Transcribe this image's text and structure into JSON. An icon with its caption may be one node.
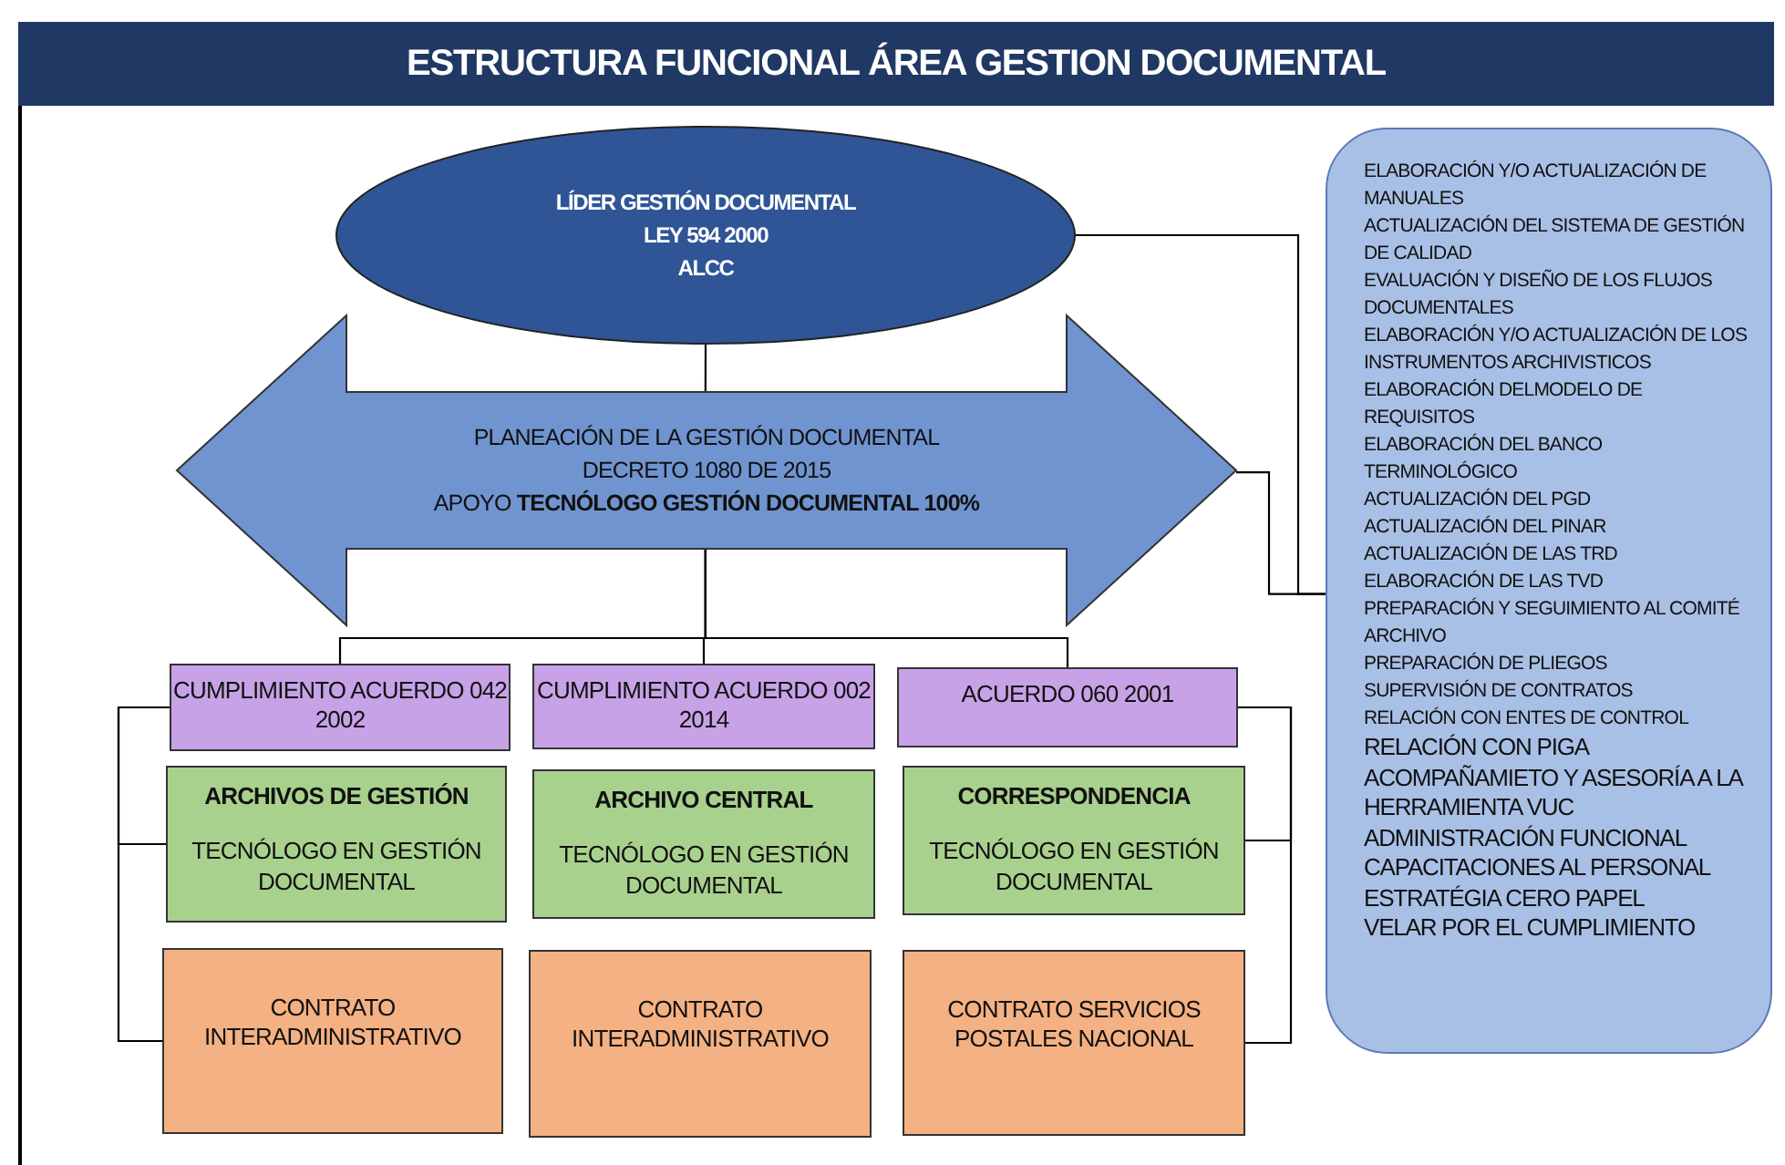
{
  "diagram": {
    "title": "ESTRUCTURA FUNCIONAL ÁREA GESTION DOCUMENTAL",
    "nodes": [
      {
        "text": [
          "LÍDER GESTIÓN DOCUMENTAL",
          "LEY 594 2000",
          "ALCC"
        ]
      },
      {
        "text": [
          "PLANEACIÓN DE LA GESTIÓN DOCUMENTAL",
          "DECRETO 1080 DE 2015",
          "APOYO **TECNÓLOGO GESTIÓN DOCUMENTAL 100%**"
        ]
      },
      {
        "text": [
          "CUMPLIMIENTO ACUERDO 042 2002"
        ]
      },
      {
        "text": [
          "CUMPLIMIENTO ACUERDO 002 2014"
        ]
      },
      {
        "text": [
          "ACUERDO 060 2001"
        ]
      },
      {
        "text": [
          "ARCHIVOS DE GESTIÓN",
          "TECNÓLOGO EN GESTIÓN DOCUMENTAL"
        ]
      },
      {
        "text": [
          "ARCHIVO CENTRAL",
          "TECNÓLOGO EN GESTIÓN DOCUMENTAL"
        ]
      },
      {
        "text": [
          "CORRESPONDENCIA",
          "TECNÓLOGO EN GESTIÓN DOCUMENTAL"
        ]
      },
      {
        "text": [
          "CONTRATO INTERADMINISTRATIVO"
        ]
      },
      {
        "text": [
          "CONTRATO INTERADMINISTRATIVO"
        ]
      },
      {
        "text": [
          "CONTRATO SERVICIOS POSTALES NACIONAL"
        ]
      },
      {
        "text": [
          "ELABORACIÓN Y/O ACTUALIZACIÓN DE MANUALES",
          "ACTUALIZACIÓN DEL SISTEMA DE GESTIÓN DE CALIDAD",
          "EVALUACIÓN Y DISEÑO DE LOS FLUJOS DOCUMENTALES",
          "ELABORACIÓN Y/O ACTUALIZACIÓN DE LOS INSTRUMENTOS ARCHIVISTICOS",
          "ELABORACIÓN DELMODELO DE REQUISITOS",
          "ELABORACIÓN DEL BANCO TERMINOLÓGICO",
          "ACTUALIZACIÓN DEL PGD",
          "ACTUALIZACIÓN DEL PINAR",
          "ACTUALIZACIÓN DE LAS TRD",
          "ELABORACIÓN DE LAS TVD",
          "PREPARACIÓN Y SEGUIMIENTO AL COMITÉ ARCHIVO",
          "PREPARACIÓN DE PLIEGOS",
          "SUPERVISIÓN DE CONTRATOS",
          "RELACIÓN CON ENTES DE CONTROL",
          "RELACIÓN CON PIGA",
          "ACOMPAÑAMIETO Y ASESORÍA A LA HERRAMIENTA VUC",
          "ADMINISTRACIÓN FUNCIONAL",
          "CAPACITACIONES AL PERSONAL",
          "ESTRATÉGIA CERO PAPEL",
          "VELAR POR EL CUMPLIMIENTO"
        ]
      }
    ],
    "edges": [
      {
        "from": 0,
        "to": 1,
        "arrow": "none"
      },
      {
        "from": 0,
        "to": 11,
        "arrow": "none"
      },
      {
        "from": 1,
        "to": 11,
        "arrow": "none"
      },
      {
        "from": 1,
        "to": 2,
        "arrow": "none"
      },
      {
        "from": 1,
        "to": 3,
        "arrow": "none"
      },
      {
        "from": 1,
        "to": 4,
        "arrow": "none"
      },
      {
        "from": 2,
        "to": 5,
        "arrow": "none"
      },
      {
        "from": 2,
        "to": 8,
        "arrow": "none"
      },
      {
        "from": 4,
        "to": 7,
        "arrow": "none"
      },
      {
        "from": 4,
        "to": 10,
        "arrow": "none"
      }
    ]
  }
}
